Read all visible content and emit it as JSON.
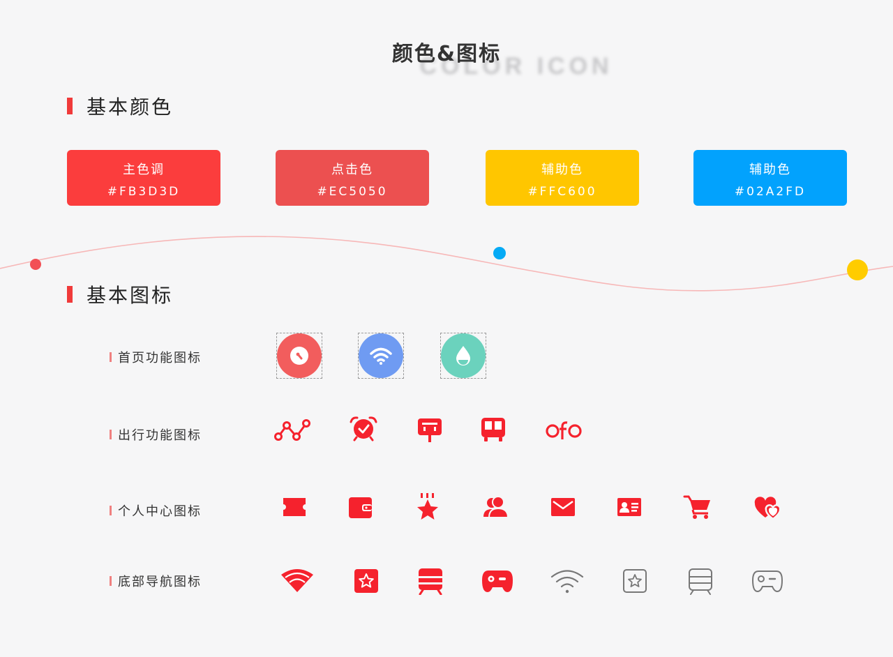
{
  "header": {
    "title": "颜色&图标",
    "title_en": "COLOR ICON"
  },
  "sections": {
    "colors": "基本颜色",
    "icons": "基本图标"
  },
  "swatches": [
    {
      "name": "主色调",
      "hex": "#FB3D3D",
      "color": "#fb3d3d"
    },
    {
      "name": "点击色",
      "hex": "#EC5050",
      "color": "#ec5050"
    },
    {
      "name": "辅助色",
      "hex": "#FFC600",
      "color": "#ffc600"
    },
    {
      "name": "辅助色",
      "hex": "#02A2FD",
      "color": "#02a2fd"
    }
  ],
  "rows": [
    {
      "label": "首页功能图标",
      "icons": [
        "dashboard-icon",
        "wifi-icon",
        "water-drop-icon"
      ]
    },
    {
      "label": "出行功能图标",
      "icons": [
        "route-icon",
        "alarm-clock-icon",
        "bus-stop-sign-icon",
        "bus-icon",
        "ofo-logo-icon"
      ]
    },
    {
      "label": "个人中心图标",
      "icons": [
        "ticket-icon",
        "wallet-icon",
        "star-icon",
        "contacts-icon",
        "mail-icon",
        "id-card-icon",
        "shopping-cart-icon",
        "hearts-icon"
      ]
    },
    {
      "label": "底部导航图标",
      "icons": [
        "wifi-active-icon",
        "star-square-active-icon",
        "train-active-icon",
        "gamepad-active-icon",
        "wifi-inactive-icon",
        "star-square-inactive-icon",
        "train-inactive-icon",
        "gamepad-inactive-icon"
      ]
    }
  ],
  "colors": {
    "accent": "#f03a3a",
    "icon_red": "#f5222d",
    "icon_gray": "#777777",
    "feature_red": "#f25d5d",
    "feature_blue": "#6f9bf2",
    "feature_teal": "#6bd2bd",
    "dot_red": "#f25055",
    "dot_blue": "#05aaf5",
    "dot_yellow": "#ffcc00"
  }
}
